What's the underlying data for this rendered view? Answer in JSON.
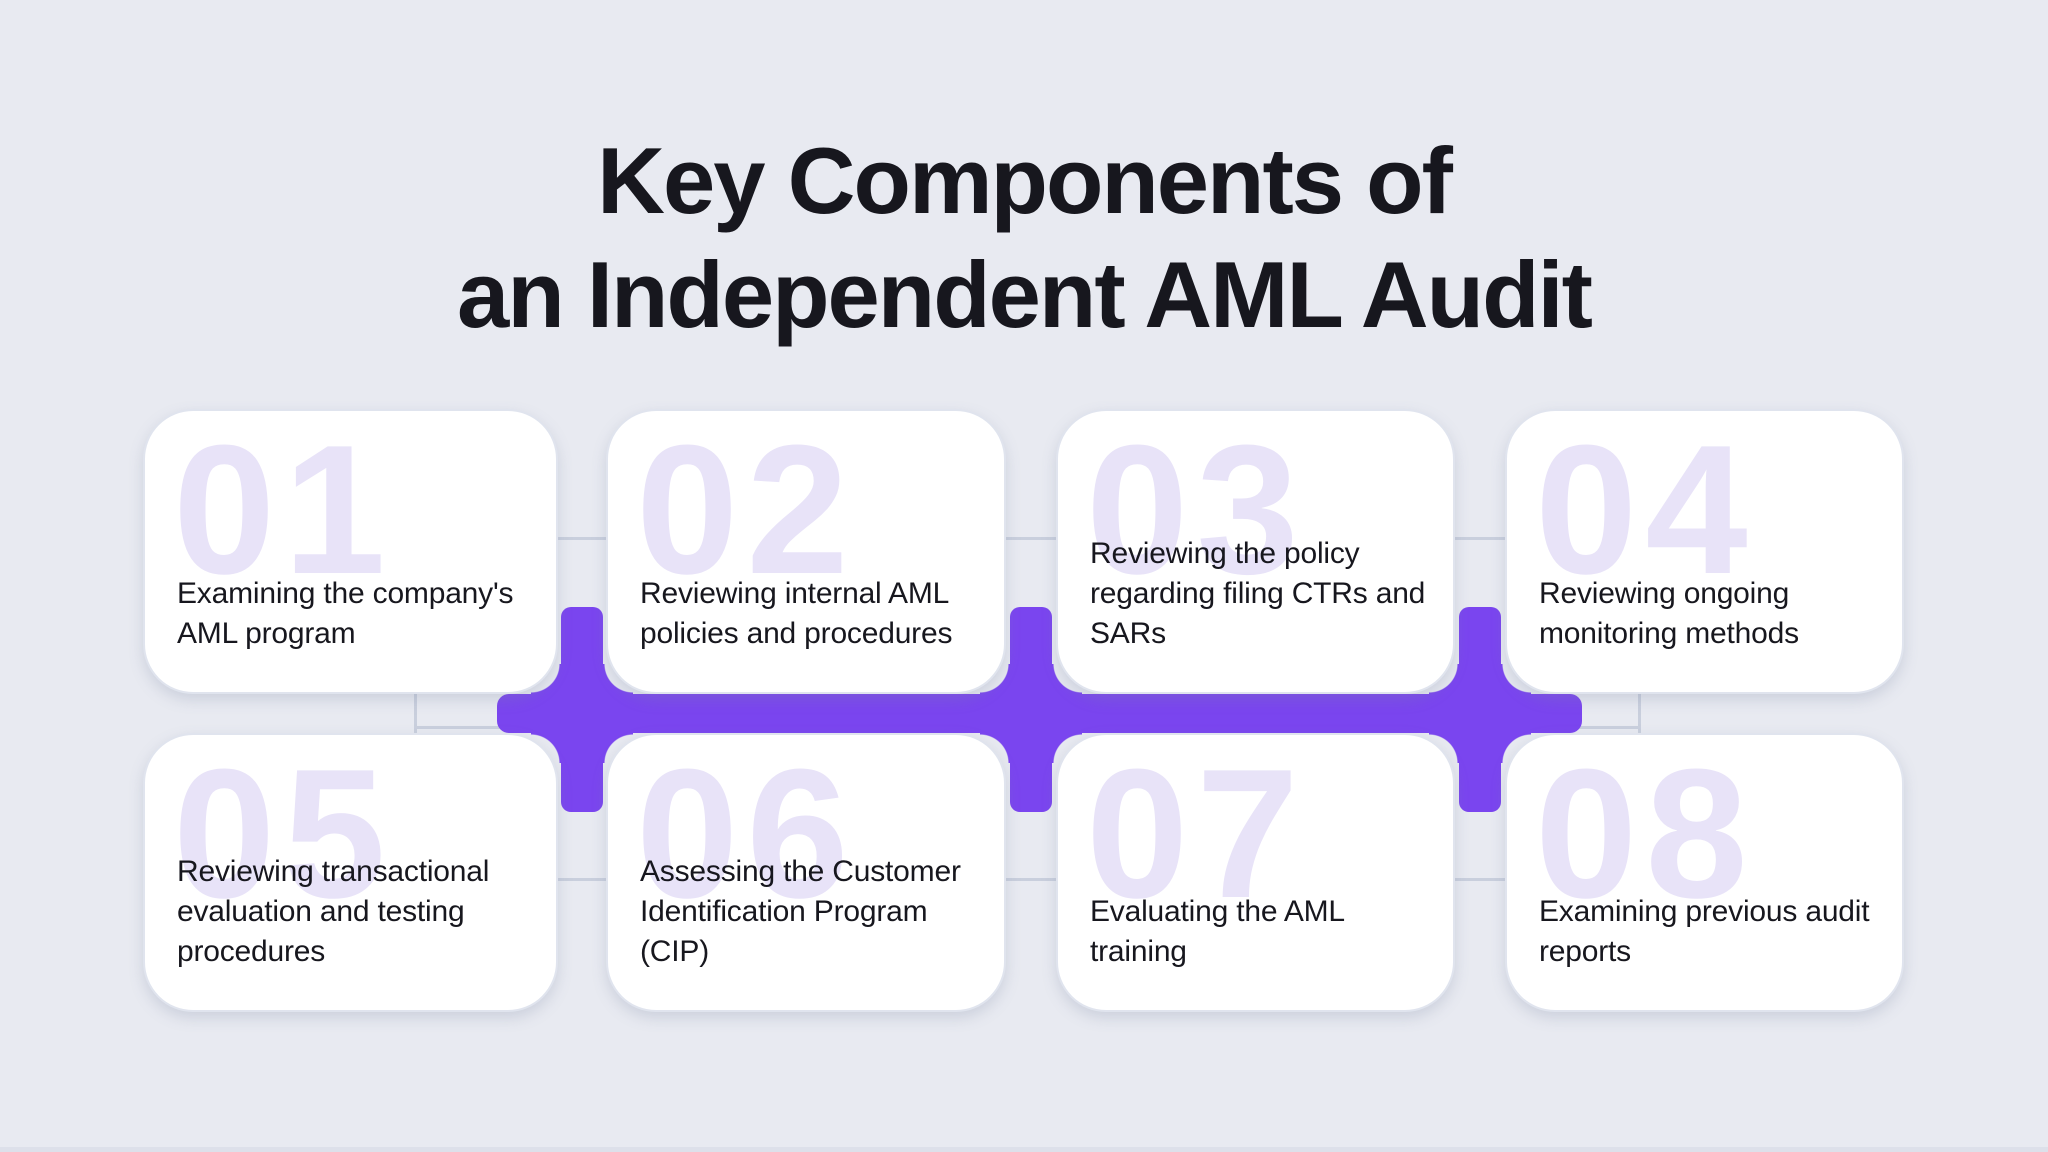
{
  "title": {
    "line1": "Key Components of",
    "line2": "an Independent AML Audit"
  },
  "cards": [
    {
      "number": "01",
      "text": "Examining the company's AML program"
    },
    {
      "number": "02",
      "text": "Reviewing internal AML policies and procedures"
    },
    {
      "number": "03",
      "text": "Reviewing the policy regarding filing CTRs and SARs"
    },
    {
      "number": "04",
      "text": "Reviewing ongoing monitoring methods"
    },
    {
      "number": "05",
      "text": "Reviewing transactional evaluation and testing procedures"
    },
    {
      "number": "06",
      "text": "Assessing the Customer Identification Program (CIP)"
    },
    {
      "number": "07",
      "text": "Evaluating the AML training"
    },
    {
      "number": "08",
      "text": "Examining previous audit reports"
    }
  ],
  "colors": {
    "background": "#e8eaf1",
    "card_bg": "#ffffff",
    "accent_purple": "#7a45ef",
    "number_tint": "#e8e3f8",
    "text_dark": "#17171e",
    "grid_line": "#c9cfdd"
  }
}
